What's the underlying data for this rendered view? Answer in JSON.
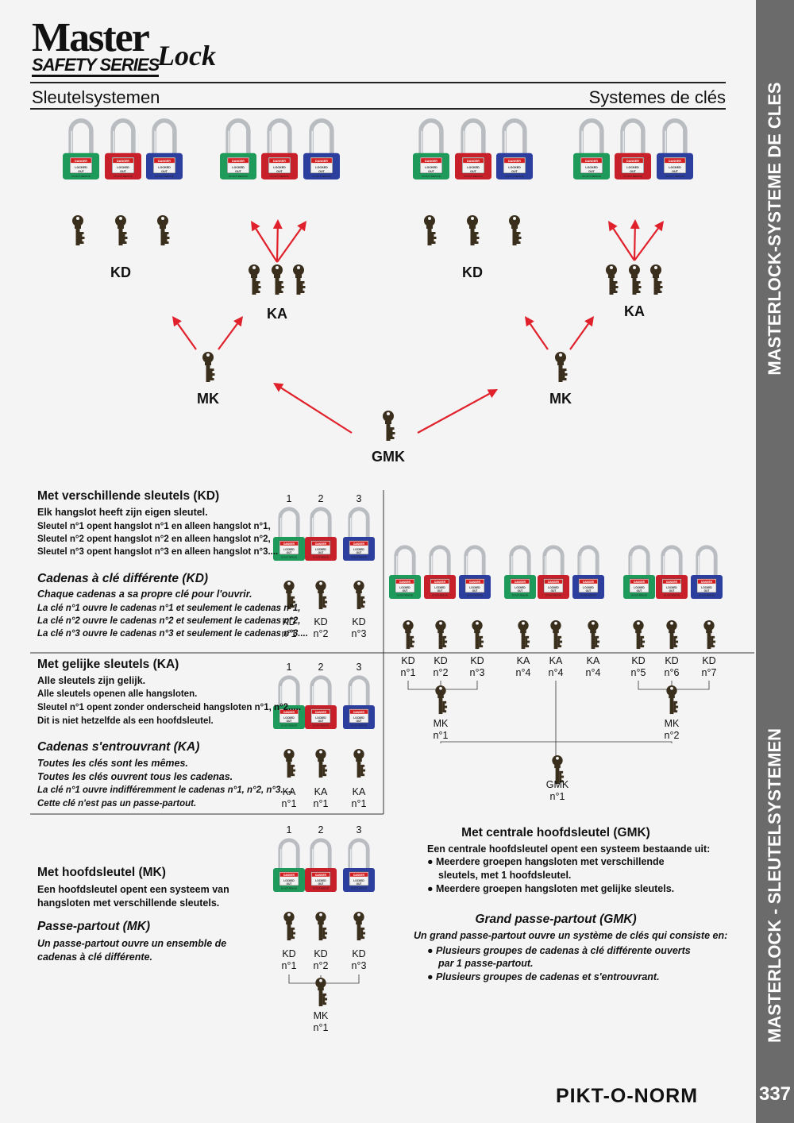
{
  "logo": {
    "master": "Master",
    "lock": "Lock",
    "series": "SAFETY SERIES"
  },
  "header": {
    "left": "Sleutelsystemen",
    "right": "Systemes de clés"
  },
  "sidebar": {
    "top": "MASTERLOCK-SYSTEME DE CLES",
    "bottom": "MASTERLOCK - SLEUTELSYSTEMEN",
    "page": "337"
  },
  "brand": "PIKT-O-NORM",
  "padlock_text": {
    "danger": "DANGER",
    "locked": "LOCKED",
    "out": "OUT",
    "dnr": "DO NOT REMOVE"
  },
  "colors": {
    "green": "#1e9a5a",
    "red": "#c8202a",
    "blue": "#2d3f9e",
    "arrow": "#e0202a",
    "key": "#3a2e1c"
  },
  "diagram": {
    "kd": "KD",
    "ka": "KA",
    "mk": "MK",
    "gmk": "GMK"
  },
  "kd_section": {
    "title_nl": "Met verschillende sleutels (KD)",
    "lines_nl": [
      "Elk hangslot heeft zijn eigen sleutel.",
      "Sleutel n°1 opent hangslot n°1 en alleen hangslot n°1,",
      "Sleutel n°2 opent hangslot n°2 en alleen hangslot n°2,",
      "Sleutel n°3 opent hangslot n°3 en alleen hangslot n°3...."
    ],
    "title_fr": "Cadenas à clé différente (KD)",
    "lines_fr": [
      "Chaque cadenas a sa propre clé pour l'ouvrir.",
      "La clé n°1 ouvre le cadenas n°1 et seulement le cadenas n°1,",
      "La clé n°2 ouvre le cadenas n°2 et seulement le cadenas n°2,",
      "La clé n°3 ouvre le cadenas n°3 et seulement le cadenas n°3...."
    ],
    "nums": [
      "1",
      "2",
      "3"
    ],
    "keys": [
      [
        "KD",
        "n°1"
      ],
      [
        "KD",
        "n°2"
      ],
      [
        "KD",
        "n°3"
      ]
    ]
  },
  "ka_section": {
    "title_nl": "Met gelijke sleutels (KA)",
    "lines_nl": [
      "Alle sleutels zijn gelijk.",
      "Alle sleutels openen alle hangsloten.",
      "Sleutel n°1 opent zonder onderscheid hangsloten n°1, n°2.....",
      "Dit is niet hetzelfde als een hoofdsleutel."
    ],
    "title_fr": "Cadenas s'entrouvrant (KA)",
    "lines_fr": [
      "Toutes les clés sont les mêmes.",
      "Toutes les clés ouvrent tous les cadenas.",
      "La clé n°1 ouvre indifféremment le cadenas n°1, n°2, n°3.....",
      "Cette clé n'est pas un passe-partout."
    ],
    "nums": [
      "1",
      "2",
      "3"
    ],
    "keys": [
      [
        "KA",
        "n°1"
      ],
      [
        "KA",
        "n°1"
      ],
      [
        "KA",
        "n°1"
      ]
    ]
  },
  "mk_section": {
    "title_nl": "Met hoofdsleutel (MK)",
    "lines_nl": [
      "Een hoofdsleutel opent een systeem van",
      "hangsloten met verschillende sleutels."
    ],
    "title_fr": "Passe-partout (MK)",
    "lines_fr": [
      "Un passe-partout ouvre un ensemble de",
      "cadenas à clé différente."
    ],
    "nums": [
      "1",
      "2",
      "3"
    ],
    "keys": [
      [
        "KD",
        "n°1"
      ],
      [
        "KD",
        "n°2"
      ],
      [
        "KD",
        "n°3"
      ]
    ],
    "master": [
      "MK",
      "n°1"
    ]
  },
  "gmk_diagram": {
    "keys": [
      [
        "KD",
        "n°1"
      ],
      [
        "KD",
        "n°2"
      ],
      [
        "KD",
        "n°3"
      ],
      [
        "KA",
        "n°4"
      ],
      [
        "KA",
        "n°4"
      ],
      [
        "KA",
        "n°4"
      ],
      [
        "KD",
        "n°5"
      ],
      [
        "KD",
        "n°6"
      ],
      [
        "KD",
        "n°7"
      ]
    ],
    "mk1": [
      "MK",
      "n°1"
    ],
    "mk2": [
      "MK",
      "n°2"
    ],
    "gmk": [
      "GMK",
      "n°1"
    ]
  },
  "gmk_section": {
    "title_nl": "Met centrale hoofdsleutel (GMK)",
    "intro_nl": "Een centrale hoofdsleutel opent een systeem bestaande uit:",
    "bullets_nl": [
      [
        "Meerdere groepen hangsloten met verschillende",
        "sleutels, met 1 hoofdsleutel."
      ],
      [
        "Meerdere groepen hangsloten met gelijke sleutels."
      ]
    ],
    "title_fr": "Grand passe-partout (GMK)",
    "intro_fr": "Un grand passe-partout ouvre un système de clés qui consiste en:",
    "bullets_fr": [
      [
        "Plusieurs groupes de cadenas à clé différente ouverts",
        "par 1 passe-partout."
      ],
      [
        "Plusieurs groupes de cadenas et s'entrouvrant."
      ]
    ]
  }
}
